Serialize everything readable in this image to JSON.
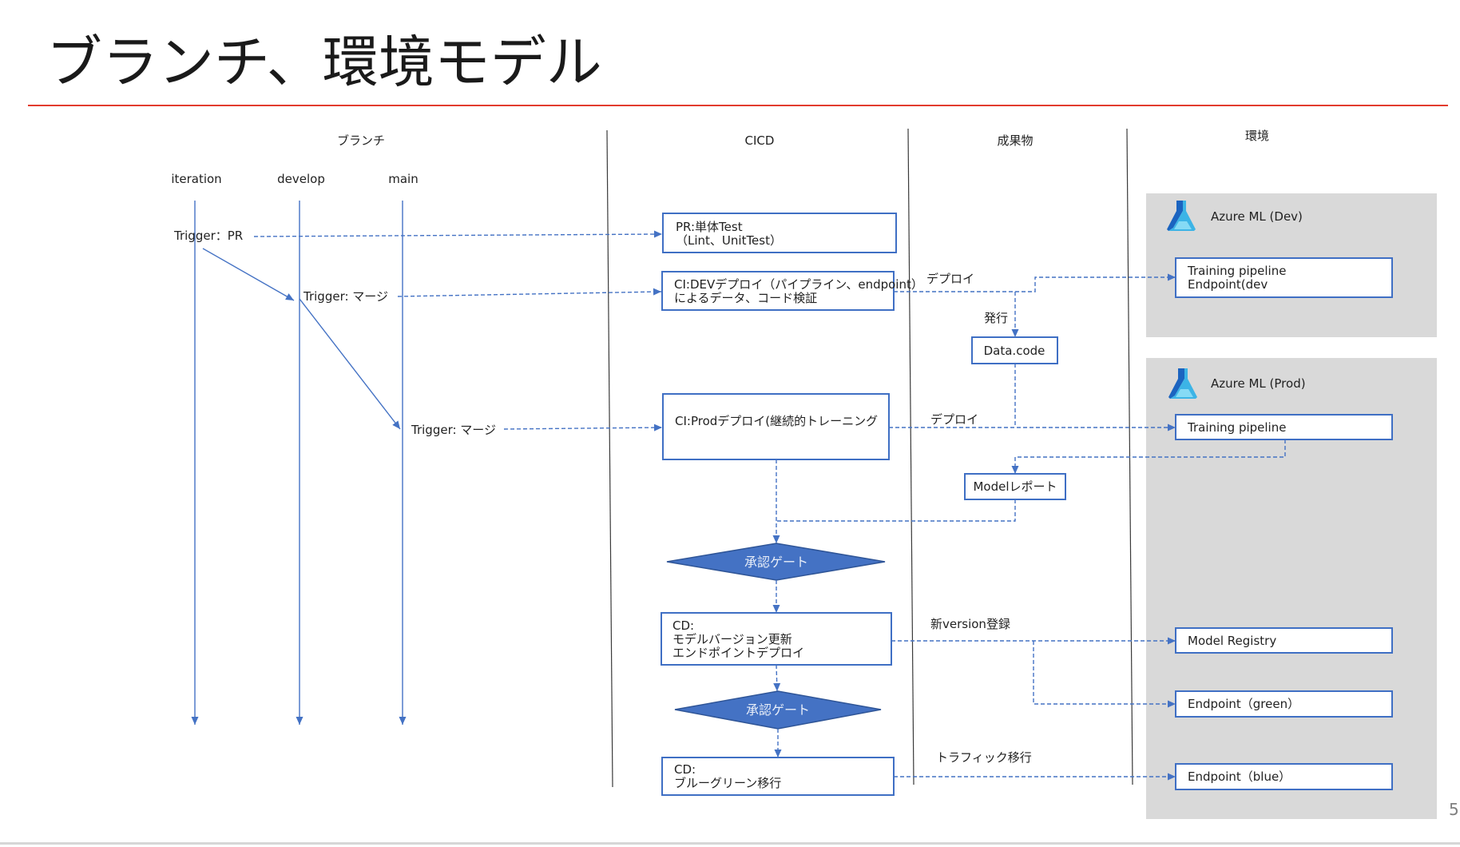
{
  "slide": {
    "title": "ブランチ、環境モデル",
    "page_number": "5"
  },
  "columns": {
    "branch": "ブランチ",
    "cicd": "CICD",
    "artifacts": "成果物",
    "environment": "環境"
  },
  "branches": [
    "iteration",
    "develop",
    "main"
  ],
  "triggers": {
    "pr": "Trigger：PR",
    "merge_develop": "Trigger: マージ",
    "merge_main": "Trigger: マージ"
  },
  "cicd": {
    "pr_test": [
      "PR:単体Test",
      "（Lint、UnitTest）"
    ],
    "ci_dev": [
      "CI:DEVデプロイ（パイプライン、endpoint）",
      "によるデータ、コード検証"
    ],
    "ci_prod": [
      "CI:Prodデプロイ(継続的トレーニング"
    ],
    "approval_gate_1": "承認ゲート",
    "cd_model": [
      "CD:",
      "モデルバージョン更新",
      "エンドポイントデプロイ"
    ],
    "approval_gate_2": "承認ゲート",
    "cd_blue_green": [
      "CD:",
      "ブルーグリーン移行"
    ]
  },
  "edge_labels": {
    "deploy_dev": "デプロイ",
    "publish": "発行",
    "deploy_prod": "デプロイ",
    "register_version": "新version登録",
    "traffic_shift": "トラフィック移行"
  },
  "artifacts": {
    "data_code": "Data.code",
    "model_report": "Modelレポート"
  },
  "environments": {
    "dev": {
      "name": "Azure ML (Dev)",
      "icon": "azure-ml-icon",
      "resource": [
        "Training pipeline",
        "Endpoint(dev"
      ]
    },
    "prod": {
      "name": "Azure ML (Prod)",
      "icon": "azure-ml-icon",
      "training_pipeline": "Training pipeline",
      "model_registry": "Model Registry",
      "endpoint_green": "Endpoint（green）",
      "endpoint_blue": "Endpoint（blue）"
    }
  },
  "colors": {
    "title_rule": "#e23b2e",
    "box_border": "#3f6fc4",
    "connector": "#4472c4",
    "gate_fill": "#4472c4",
    "environment_panel": "#d9d9d9",
    "divider": "#3a3a3a"
  }
}
